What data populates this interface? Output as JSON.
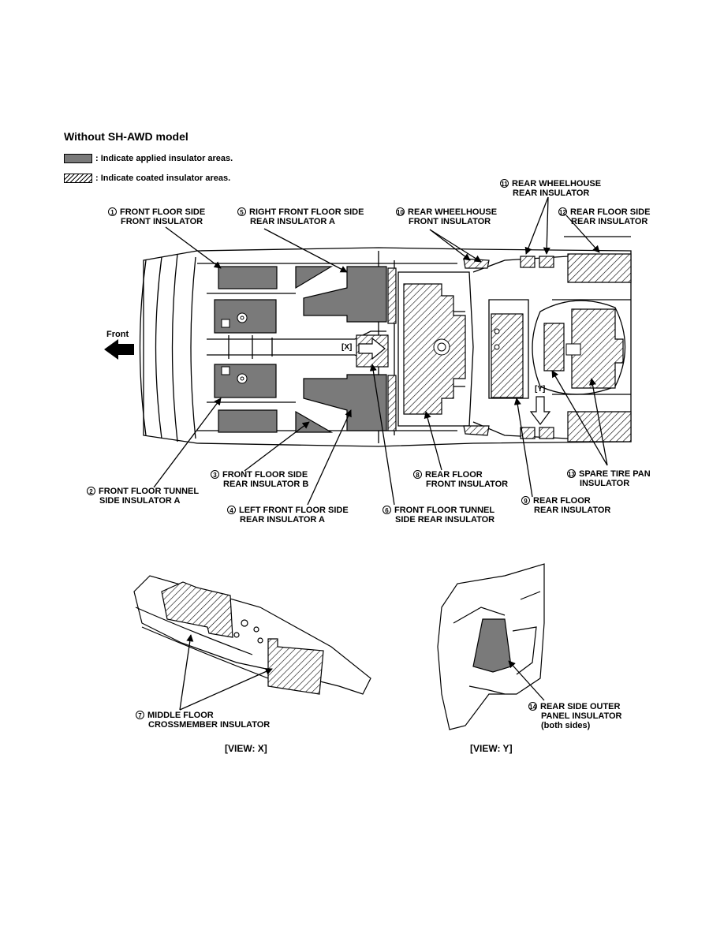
{
  "title": "Without SH-AWD model",
  "legend": [
    {
      "kind": "solid",
      "text": ": Indicate applied insulator areas."
    },
    {
      "kind": "hatch",
      "text": ": Indicate coated insulator areas."
    }
  ],
  "front_label": "Front",
  "markers": {
    "x": "[X]",
    "y": "[Y]"
  },
  "callouts": {
    "c1": {
      "num": "1",
      "line1": "FRONT FLOOR SIDE",
      "line2": "FRONT INSULATOR"
    },
    "c2": {
      "num": "2",
      "line1": "FRONT FLOOR TUNNEL",
      "line2": "SIDE INSULATOR A"
    },
    "c3": {
      "num": "3",
      "line1": "FRONT FLOOR SIDE",
      "line2": "REAR INSULATOR B"
    },
    "c4": {
      "num": "4",
      "line1": "LEFT FRONT FLOOR SIDE",
      "line2": "REAR INSULATOR A"
    },
    "c5": {
      "num": "5",
      "line1": "RIGHT FRONT FLOOR SIDE",
      "line2": "REAR INSULATOR A"
    },
    "c6": {
      "num": "6",
      "line1": "FRONT FLOOR TUNNEL",
      "line2": "SIDE REAR INSULATOR"
    },
    "c7": {
      "num": "7",
      "line1": "MIDDLE FLOOR",
      "line2": "CROSSMEMBER INSULATOR"
    },
    "c8": {
      "num": "8",
      "line1": "REAR FLOOR",
      "line2": "FRONT INSULATOR"
    },
    "c9": {
      "num": "9",
      "line1": "REAR FLOOR",
      "line2": "REAR INSULATOR"
    },
    "c10": {
      "num": "10",
      "line1": "REAR WHEELHOUSE",
      "line2": "FRONT INSULATOR"
    },
    "c11": {
      "num": "11",
      "line1": "REAR WHEELHOUSE",
      "line2": "REAR INSULATOR"
    },
    "c12": {
      "num": "12",
      "line1": "REAR FLOOR SIDE",
      "line2": "REAR INSULATOR"
    },
    "c13": {
      "num": "13",
      "line1": "SPARE TIRE PAN",
      "line2": "INSULATOR"
    },
    "c14": {
      "num": "14",
      "line1": "REAR SIDE OUTER",
      "line2": "PANEL INSULATOR",
      "line3": "(both sides)"
    }
  },
  "views": {
    "x": "[VIEW: X]",
    "y": "[VIEW: Y]"
  },
  "colors": {
    "applied": "#7a7a7a",
    "line": "#000000"
  }
}
